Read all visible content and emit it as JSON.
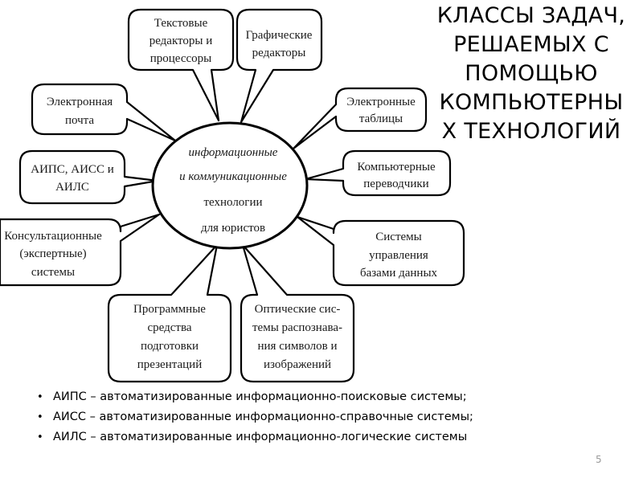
{
  "slide": {
    "title_lines": [
      "КЛАССЫ ЗАДАЧ,",
      "РЕШАЕМЫХ С",
      "ПОМОЩЬЮ",
      "КОМПЬЮТЕРНЫ",
      "Х ТЕХНОЛОГИЙ"
    ],
    "page_number": "5"
  },
  "diagram": {
    "center": {
      "lines": [
        "информационные",
        "и коммуникационные",
        "технологии",
        "для юристов"
      ]
    },
    "nodes": [
      {
        "id": "text-editors",
        "lines": [
          "Текстовые",
          "редакторы и",
          "процессоры"
        ]
      },
      {
        "id": "graphic-editors",
        "lines": [
          "Графические",
          "редакторы"
        ]
      },
      {
        "id": "email",
        "lines": [
          "Электронная",
          "почта"
        ]
      },
      {
        "id": "spreadsheets",
        "lines": [
          "Электронные",
          "таблицы"
        ]
      },
      {
        "id": "aips-aiss-ails",
        "lines": [
          "АИПС, АИСС и",
          "АИЛС"
        ]
      },
      {
        "id": "translators",
        "lines": [
          "Компьютерные",
          "переводчики"
        ]
      },
      {
        "id": "expert-systems",
        "lines": [
          "Консультационные",
          "(экспертные)",
          "системы"
        ]
      },
      {
        "id": "dbms",
        "lines": [
          "Системы",
          "управления",
          "базами данных"
        ]
      },
      {
        "id": "presentation-software",
        "lines": [
          "Программные",
          "средства",
          "подготовки",
          "презентаций"
        ]
      },
      {
        "id": "ocr-systems",
        "lines": [
          "Оптические сис-",
          "темы распознава-",
          "ния символов и",
          "изображений"
        ]
      }
    ]
  },
  "legend": [
    {
      "bullet": "•",
      "text": "АИПС – автоматизированные информационно-поисковые системы;"
    },
    {
      "bullet": "•",
      "text": "АИСС – автоматизированные информационно-справочные системы;"
    },
    {
      "bullet": "•",
      "text": "АИЛС – автоматизированные информационно-логические системы"
    }
  ]
}
